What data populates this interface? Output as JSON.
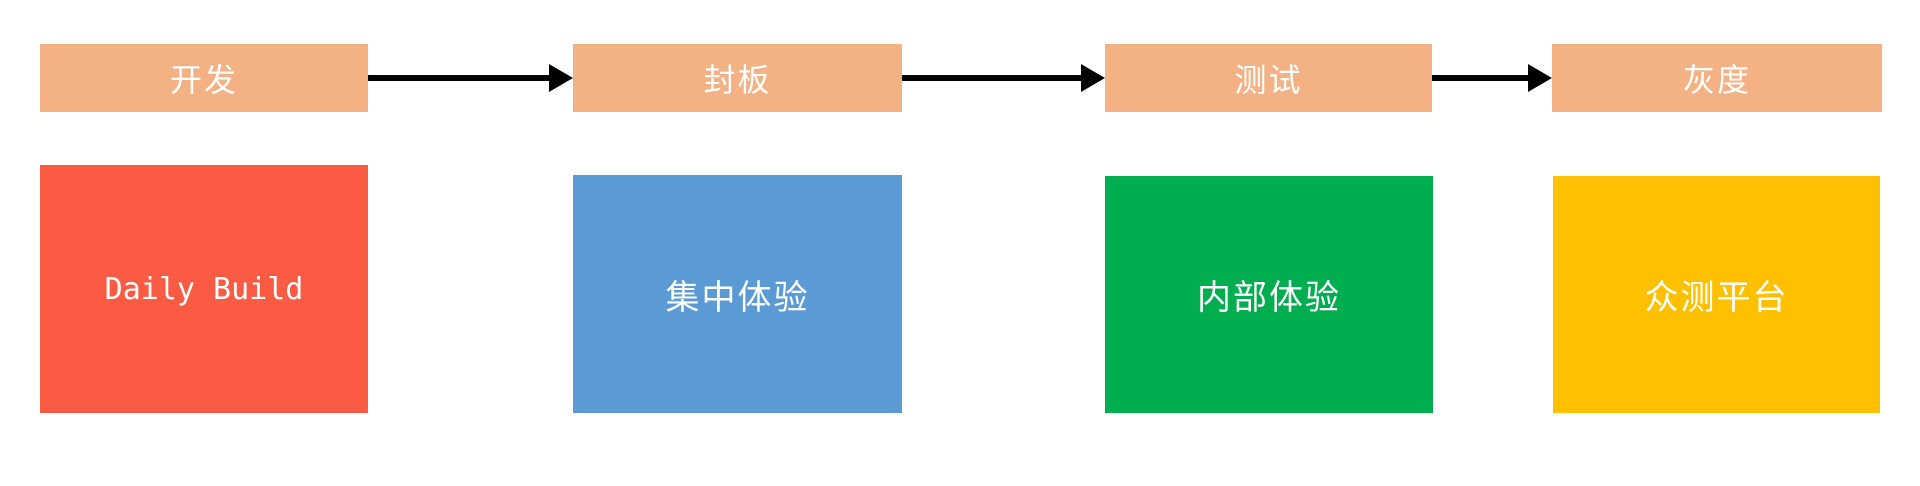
{
  "diagram": {
    "text_color": "#FFFFFF",
    "arrow_color": "#000000",
    "stages": [
      {
        "label": "开发",
        "color": "#F4B183"
      },
      {
        "label": "封板",
        "color": "#F4B183"
      },
      {
        "label": "测试",
        "color": "#F4B183"
      },
      {
        "label": "灰度",
        "color": "#F4B183"
      }
    ],
    "platforms": [
      {
        "label": "Daily Build",
        "color": "#FB5B43"
      },
      {
        "label": "集中体验",
        "color": "#5B9BD5"
      },
      {
        "label": "内部体验",
        "color": "#00AE4F"
      },
      {
        "label": "众测平台",
        "color": "#FFC000"
      }
    ]
  }
}
